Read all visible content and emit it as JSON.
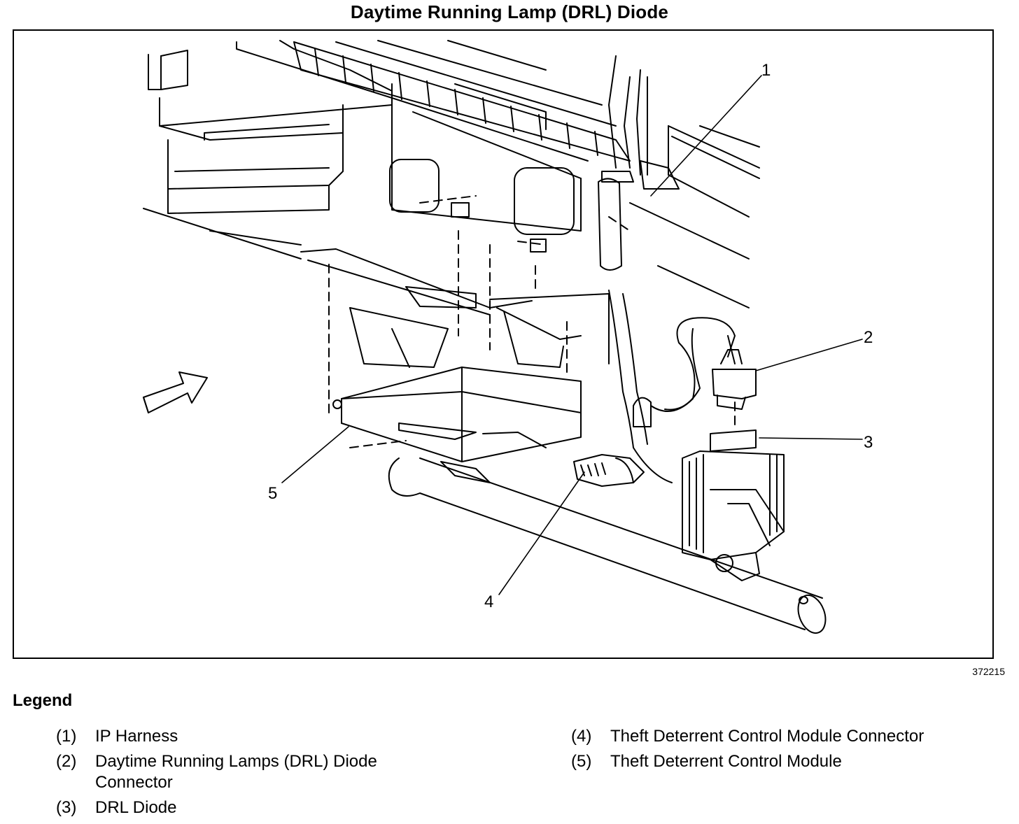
{
  "title": "Daytime Running Lamp (DRL) Diode",
  "figure_id": "372215",
  "callouts": [
    "1",
    "2",
    "3",
    "4",
    "5"
  ],
  "legend": {
    "heading": "Legend",
    "items": [
      {
        "num": "(1)",
        "text": "IP Harness"
      },
      {
        "num": "(2)",
        "text": "Daytime Running Lamps (DRL) Diode Connector"
      },
      {
        "num": "(3)",
        "text": "DRL Diode"
      },
      {
        "num": "(4)",
        "text": "Theft Deterrent Control Module Connector"
      },
      {
        "num": "(5)",
        "text": "Theft Deterrent Control Module"
      }
    ]
  }
}
